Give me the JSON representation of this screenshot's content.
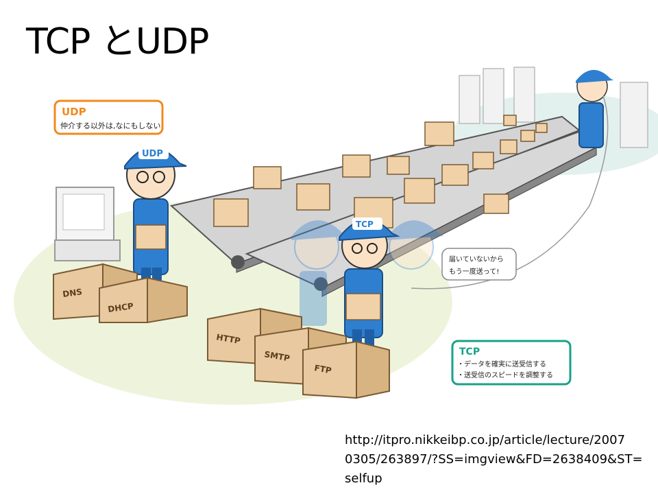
{
  "slide": {
    "title": "TCP とUDP"
  },
  "illustration": {
    "udp_callout": {
      "heading": "UDP",
      "text": "仲介する以外は,なにもしない"
    },
    "tcp_callout": {
      "heading": "TCP",
      "line1": "・データを確実に送受信する",
      "line2": "・送受信のスピードを調整する"
    },
    "speech_bubble": {
      "line1": "届いていないから",
      "line2": "もう一度送って!"
    },
    "cap_udp": "UDP",
    "cap_tcp": "TCP",
    "boxes": {
      "dns": "DNS",
      "dhcp": "DHCP",
      "http": "HTTP",
      "smtp": "SMTP",
      "ftp": "FTP"
    },
    "colors": {
      "udp_orange": "#f08a1e",
      "tcp_green": "#1aa08a",
      "worker_blue": "#2e7fd0",
      "cardboard": "#e8c9a0"
    }
  },
  "source": {
    "line1": "http://itpro.nikkeibp.co.jp/article/lecture/2007",
    "line2": "0305/263897/?SS=imgview&FD=2638409&ST=",
    "line3": "selfup"
  }
}
